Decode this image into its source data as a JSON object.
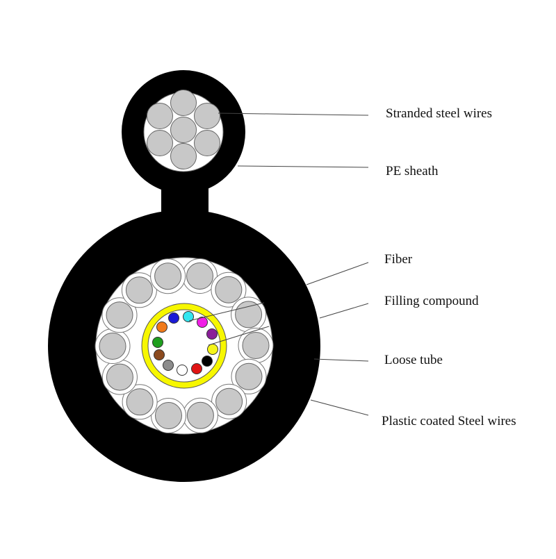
{
  "labels": {
    "stranded_steel_wires": "Stranded steel wires",
    "pe_sheath": "PE sheath",
    "fiber": "Fiber",
    "filling_compound": "Filling compound",
    "loose_tube": "Loose tube",
    "plastic_coated_steel_wires": "Plastic coated Steel wires"
  },
  "colors": {
    "sheath": "#000000",
    "steel_wire_fill": "#c8c8c8",
    "loose_tube": "#f7f700",
    "fiber_colors": [
      "blue",
      "aqua",
      "magenta",
      "purple",
      "yellow",
      "black",
      "red",
      "white",
      "gray",
      "brown",
      "green",
      "orange"
    ],
    "fiber_hex": [
      "#1a1ad6",
      "#33e6f0",
      "#f01ee6",
      "#8a1e99",
      "#f5f51a",
      "#000000",
      "#e01414",
      "#ffffff",
      "#8c8c8c",
      "#8b4a1e",
      "#1e9e1e",
      "#f07a1a"
    ]
  }
}
